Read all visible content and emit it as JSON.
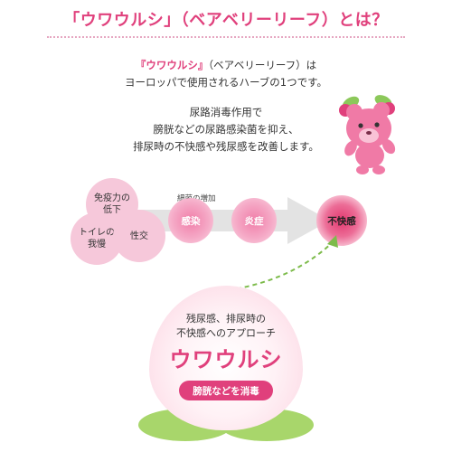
{
  "heading": {
    "title": "「ウワウルシ」（ベアベリーリーフ）とは？"
  },
  "intro": {
    "product_quoted": "『ウワウルシ』",
    "intro_rest": "（ベアベリーリーフ）は",
    "line2": "ヨーロッパで使用されるハーブの1つです。"
  },
  "effect": {
    "line1": "尿路消毒作用で",
    "line2": "膀胱などの尿路感染菌を抑え、",
    "line3": "排尿時の不快感や残尿感を改善します。"
  },
  "diagram": {
    "causes": {
      "immunity_line1": "免疫力の",
      "immunity_line2": "低下",
      "toilet_line1": "トイレの",
      "toilet_line2": "我慢",
      "sex": "性交"
    },
    "bacteria_increase": "細菌の増加",
    "infection": "感染",
    "inflammation": "炎症",
    "discomfort": "不快感"
  },
  "approach": {
    "line1": "残尿感、排尿時の",
    "line2": "不快感へのアプローチ",
    "product": "ウワウルシ",
    "badge": "膀胱などを消毒"
  },
  "colors": {
    "accent": "#e0407c",
    "light_pink": "#f6c8da",
    "arrow_gray": "#e3e3e3",
    "leaf_green": "#a8d66b",
    "dash_green": "#7dbb4b"
  },
  "icons": {
    "mascot": "pink-bear-mascot-icon"
  }
}
